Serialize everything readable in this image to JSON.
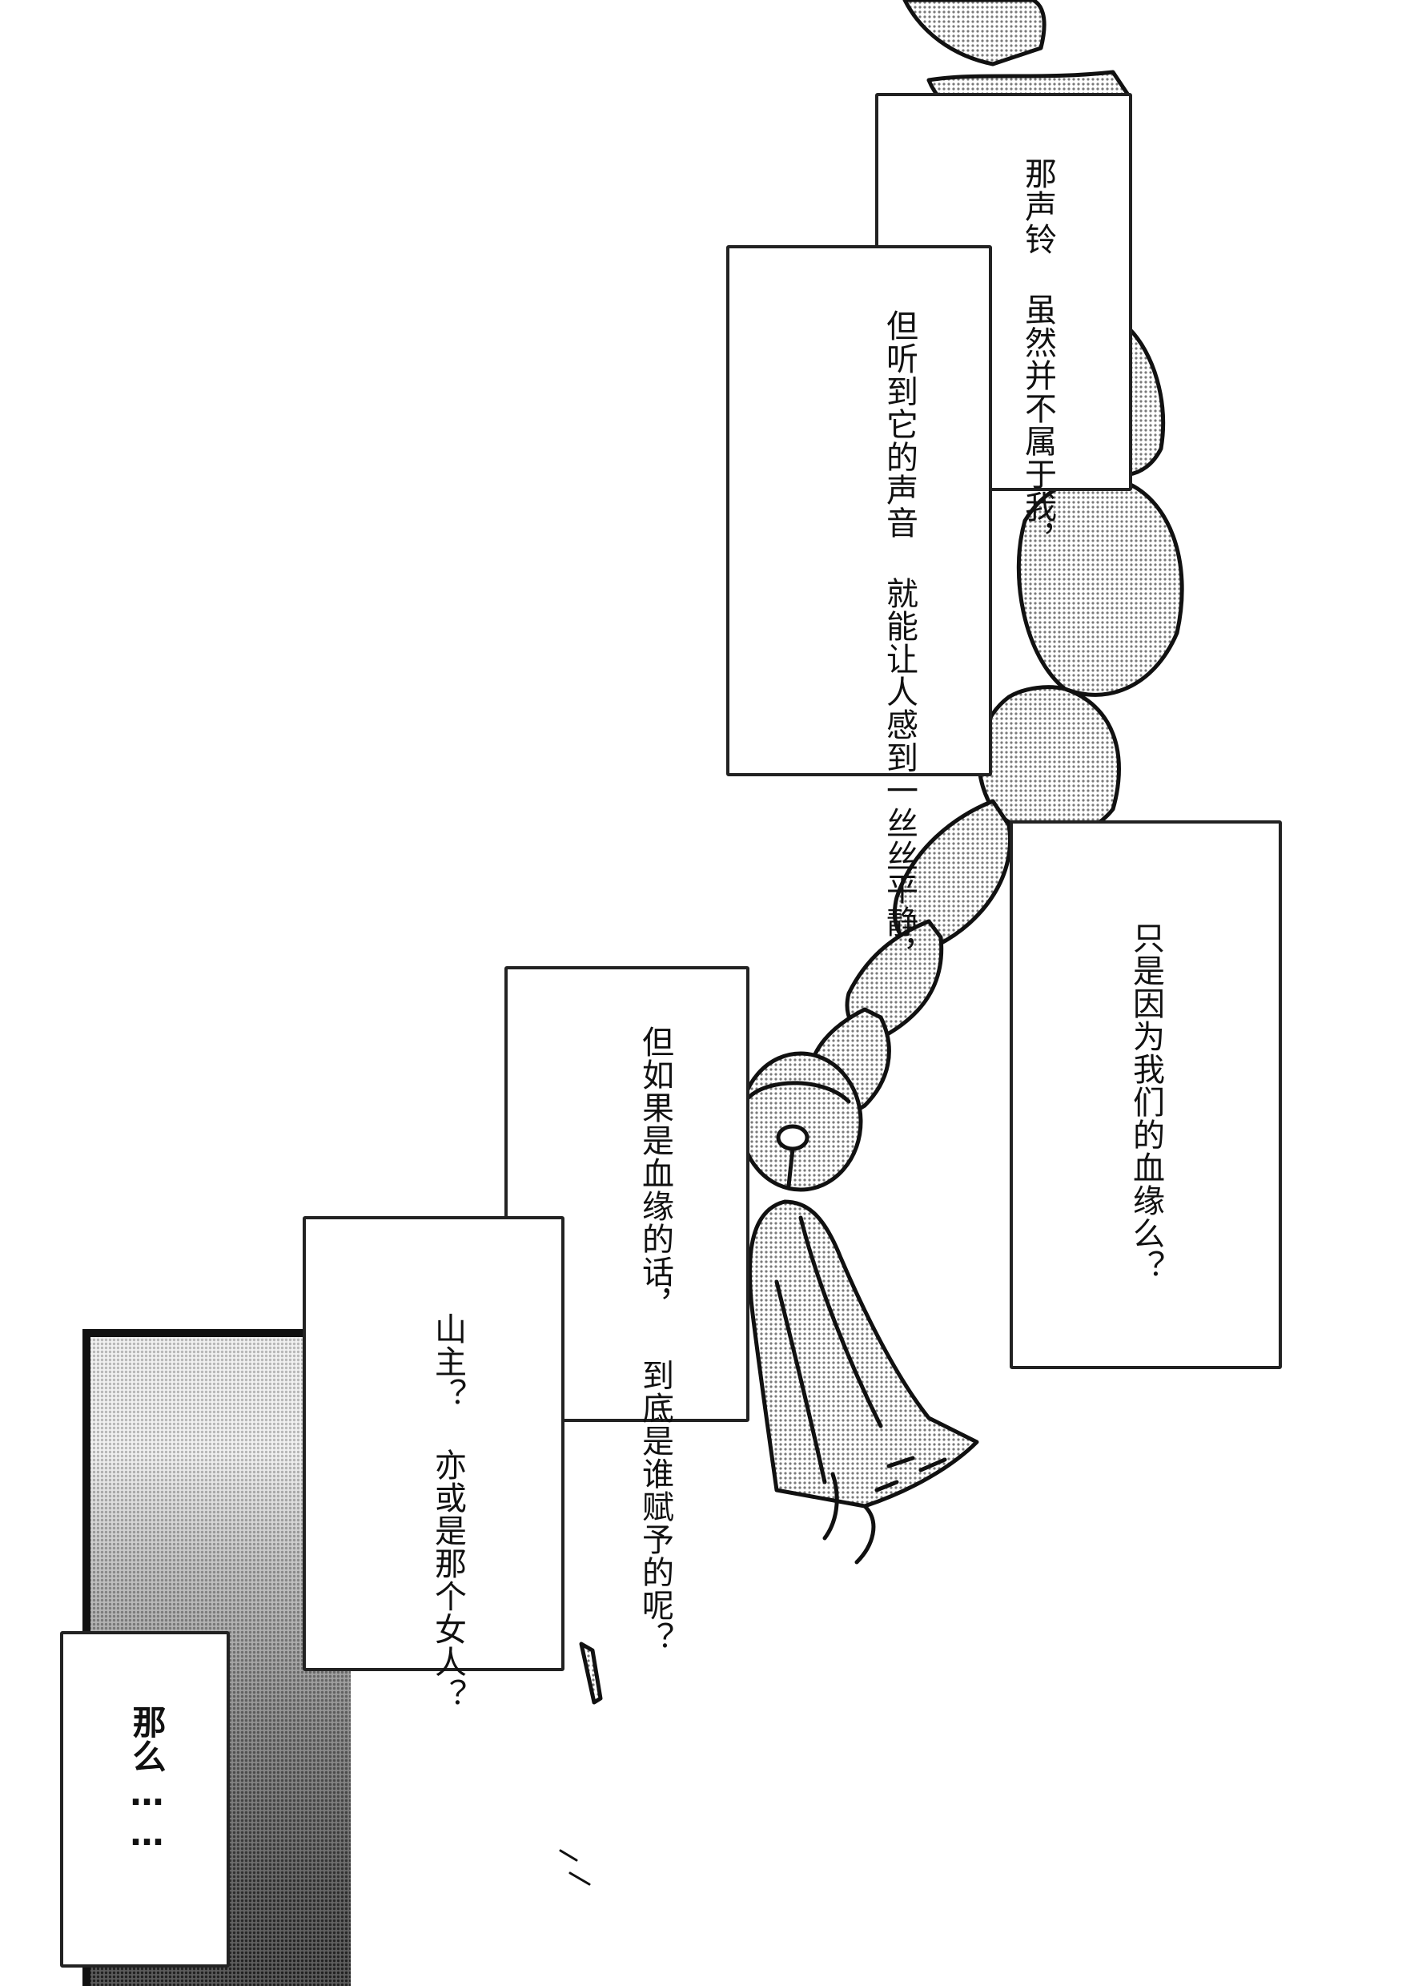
{
  "colors": {
    "ink": "#111111",
    "screentone": "#9a9a9a",
    "paper": "#ffffff"
  },
  "captions": {
    "box1": {
      "line1": "那声铃",
      "line2": "虽然并不属于我，"
    },
    "box2": {
      "line1": "但听到它的声音",
      "line2": "就能让人感到一丝丝平静，"
    },
    "box3": {
      "line1": "只是因为我们的血缘么？"
    },
    "box4": {
      "line1": "但如果是血缘的话，",
      "line2": "到底是谁赋予的呢？"
    },
    "box5": {
      "line1": "山主？",
      "line2": "亦或是那个女人？"
    },
    "box6": {
      "line1": "那么……"
    }
  },
  "art": {
    "subject": "bell-on-braided-cord",
    "background_panel": "dark-gradient-panel"
  }
}
